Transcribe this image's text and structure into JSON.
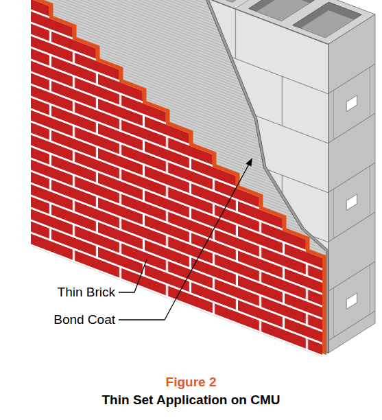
{
  "diagram": {
    "caption": "Thin Set Application on CMU",
    "labels": [
      "Thin Brick",
      "Bond Coat",
      "Figure 2"
    ]
  }
}
